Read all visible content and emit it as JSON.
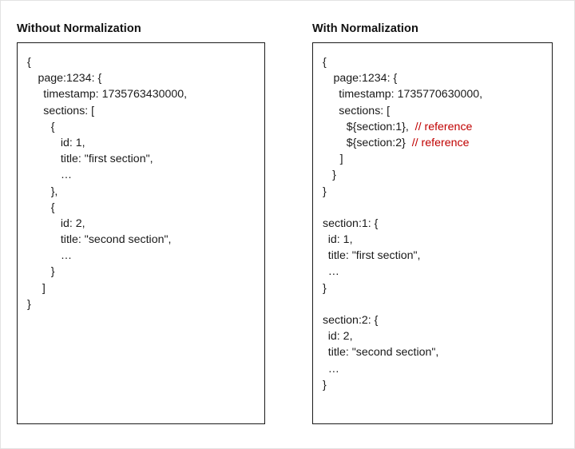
{
  "panels": [
    {
      "title": "Without Normalization",
      "lines": [
        {
          "indent": 0,
          "text": "{"
        },
        {
          "indent": 1,
          "text": "page:1234: {"
        },
        {
          "indent": 1.5,
          "text": "timestamp: 1735763430000,"
        },
        {
          "indent": 1.5,
          "text": "sections: ["
        },
        {
          "indent": 2.2,
          "text": "{"
        },
        {
          "indent": 3.1,
          "text": "id: 1,"
        },
        {
          "indent": 3.1,
          "text": "title: \"first section\","
        },
        {
          "indent": 3.1,
          "text": "…"
        },
        {
          "indent": 2.2,
          "text": "},"
        },
        {
          "indent": 2.2,
          "text": "{"
        },
        {
          "indent": 3.1,
          "text": "id: 2,"
        },
        {
          "indent": 3.1,
          "text": "title: \"second section\","
        },
        {
          "indent": 3.1,
          "text": "…"
        },
        {
          "indent": 2.2,
          "text": "}"
        },
        {
          "indent": 1.4,
          "text": "]"
        },
        {
          "indent": 0,
          "text": "}"
        }
      ]
    },
    {
      "title": "With Normalization",
      "lines": [
        {
          "indent": 0,
          "text": "{"
        },
        {
          "indent": 1,
          "text": "page:1234: {"
        },
        {
          "indent": 1.5,
          "text": "timestamp: 1735770630000,"
        },
        {
          "indent": 1.5,
          "text": "sections: ["
        },
        {
          "indent": 2.2,
          "text": "${section:1},",
          "comment": "// reference"
        },
        {
          "indent": 2.2,
          "text": "${section:2}",
          "comment": "// reference"
        },
        {
          "indent": 1.6,
          "text": "]"
        },
        {
          "indent": 0.9,
          "text": "}"
        },
        {
          "indent": 0,
          "text": "}"
        },
        {
          "indent": 0,
          "text": ""
        },
        {
          "indent": 0,
          "text": "section:1: {"
        },
        {
          "indent": 0.5,
          "text": "id: 1,"
        },
        {
          "indent": 0.5,
          "text": "title: \"first section\","
        },
        {
          "indent": 0.5,
          "text": "…"
        },
        {
          "indent": 0,
          "text": "}"
        },
        {
          "indent": 0,
          "text": ""
        },
        {
          "indent": 0,
          "text": "section:2: {"
        },
        {
          "indent": 0.5,
          "text": "id: 2,"
        },
        {
          "indent": 0.5,
          "text": "title: \"second section\","
        },
        {
          "indent": 0.5,
          "text": "…"
        },
        {
          "indent": 0,
          "text": "}"
        }
      ]
    }
  ],
  "colors": {
    "text": "#1a1a1a",
    "comment": "#c00000",
    "box_border": "#1a1a1a",
    "page_border": "#e2e2e2",
    "background": "#ffffff"
  }
}
